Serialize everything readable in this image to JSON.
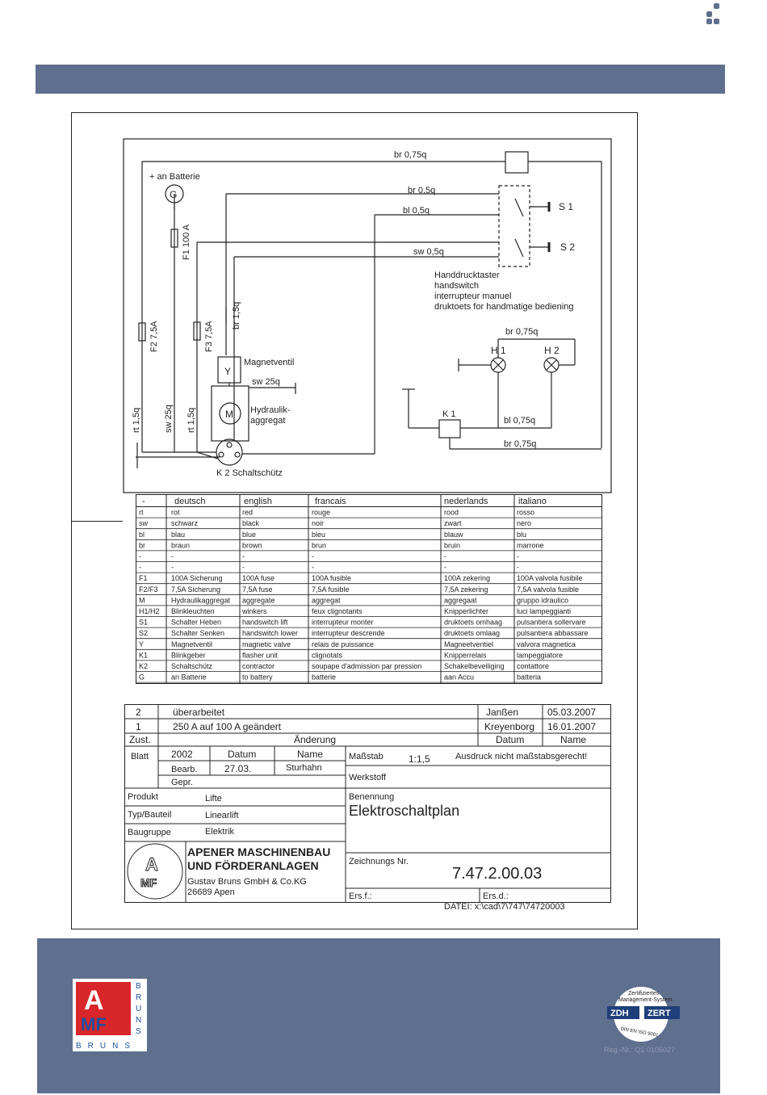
{
  "header": {},
  "schematic": {
    "labels": {
      "battery": "+ an Batterie",
      "g": "G",
      "f1": "F1 100 A",
      "f2": "F2 7,5A",
      "f3": "F3 7,5A",
      "br_15": "br 1,5q",
      "y": "Y",
      "magnetventil": "Magnetventil",
      "sw25_right": "sw 25q",
      "m": "M",
      "hydraulik1": "Hydraulik-",
      "hydraulik2": "aggregat",
      "rt15_left": "rt 1,5q",
      "sw25_left": "sw 25q",
      "rt15_mid": "rt 1,5q",
      "k2": "K 2  Schaltschütz",
      "br075_top": "br 0,75q",
      "br05": "br 0,5q",
      "bl05": "bl 0,5q",
      "sw05": "sw 0,5q",
      "s1": "S 1",
      "s2": "S 2",
      "hand1": "Handdrucktaster",
      "hand2": "handswitch",
      "hand3": "interrupteur manuel",
      "hand4": "druktoets for handmatige bediening",
      "br075_h": "br 0,75q",
      "h1": "H 1",
      "h2": "H 2",
      "k1": "K 1",
      "bl075": "bl 0,75q",
      "br075_bottom": "br 0,75q"
    }
  },
  "legend": {
    "headers": [
      "-",
      "deutsch",
      "english",
      "francais",
      "nederlands",
      "italiano"
    ],
    "rows": [
      [
        "rt",
        "rot",
        "red",
        "rouge",
        "rood",
        "rosso"
      ],
      [
        "sw",
        "schwarz",
        "black",
        "noir",
        "zwart",
        "nero"
      ],
      [
        "bl",
        "blau",
        "blue",
        "bleu",
        "blauw",
        "blu"
      ],
      [
        "br",
        "braun",
        "brown",
        "brun",
        "bruin",
        "marrone"
      ],
      [
        "-",
        "-",
        "-",
        "-",
        "-",
        "-"
      ],
      [
        "-",
        "-",
        "-",
        "-",
        "-",
        "-"
      ],
      [
        "F1",
        "100A Sicherung",
        "100A fuse",
        "100A fusible",
        "100A zekering",
        "100A valvola fusibile"
      ],
      [
        "F2/F3",
        "7,5A Sicherung",
        "7,5A fuse",
        "7,5A fusible",
        "7,5A zekering",
        "7,5A valvola fusible"
      ],
      [
        "M",
        "Hydraulikaggregat",
        "aggregate",
        "aggregat",
        "aggregaat",
        "gruppo idraulico"
      ],
      [
        "H1/H2",
        "Blinkleuchten",
        "winkers",
        "feux clignotants",
        "Knipperlichter",
        "luci lampeggianti"
      ],
      [
        "S1",
        "Schalter Heben",
        "handswitch lift",
        "interrupteur monter",
        "druktoets omhaag",
        "pulsantiera sollervare"
      ],
      [
        "S2",
        "Schalter Senken",
        "handswitch lower",
        "interrupteur descrende",
        "druktoets omlaag",
        "pulsantiera abbassare"
      ],
      [
        "Y",
        "Magnetventil",
        "magnetic valve",
        "relais de puissance",
        "Magneetventiel",
        "valvora magnetica"
      ],
      [
        "K1",
        "Blinkgeber",
        "flasher unit",
        "clignotats",
        "Knipperrelais",
        "lampeggiatore"
      ],
      [
        "K2",
        "Schaltschütz",
        "contractor",
        "soupape d'admission par pression",
        "Schakelbeveiliging",
        "contattore"
      ],
      [
        "G",
        "an Batterie",
        "to battery",
        "batterie",
        "aan Accu",
        "batteria"
      ]
    ]
  },
  "revisions": [
    {
      "zust": "2",
      "text": "überarbeitet",
      "name": "Janßen",
      "date": "05.03.2007"
    },
    {
      "zust": "1",
      "text": "250 A auf 100 A geändert",
      "name": "Kreyenborg",
      "date": "16.01.2007"
    }
  ],
  "titleblock": {
    "zust": "Zust.",
    "aenderung": "Änderung",
    "datum": "Datum",
    "name": "Name",
    "blatt": "Blatt",
    "year": "2002",
    "datum2": "Datum",
    "name2": "Name",
    "bearb": "Bearb.",
    "bearb_date": "27.03.",
    "bearb_name": "Sturhahn",
    "gepr": "Gepr.",
    "massstab": "Maßstab",
    "scale": "1:1,5",
    "ausdruck": "Ausdruck nicht maßstabsgerecht!",
    "werkstoff": "Werkstoff",
    "produkt_label": "Produkt",
    "produkt": "Lifte",
    "typ_label": "Typ/Bauteil",
    "typ": "Linearlift",
    "baugruppe_label": "Baugruppe",
    "baugruppe": "Elektrik",
    "benennung_label": "Benennung",
    "benennung": "Elektroschaltplan",
    "company1": "APENER MASCHINENBAU",
    "company2": "UND FÖRDERANLAGEN",
    "company3": "Gustav Bruns GmbH & Co.KG",
    "company4": "26689 Apen",
    "zeichnung_label": "Zeichnungs Nr.",
    "zeichnung": "7.47.2.00.03",
    "ersf": "Ers.f.:",
    "ersd": "Ers.d.:",
    "datei": "DATEI:  x:\\cad\\7\\747\\74720003",
    "logo_a": "A",
    "logo_mf": "MF"
  },
  "footer": {
    "logo_a": "A",
    "logo_mf": "MF",
    "logo_bruns": "BRUNS",
    "cert_line1": "Zertifiziertes",
    "cert_line2": "Management-System",
    "cert_zdh": "ZDH",
    "cert_zert": "ZERT",
    "cert_iso": "DIN EN ISO 9001",
    "reg": "Reg.-Nr.: Q1 0105027"
  },
  "colors": {
    "band": "#5f6f8e",
    "logo_red": "#d8262b",
    "logo_blue": "#1f4f9c"
  }
}
